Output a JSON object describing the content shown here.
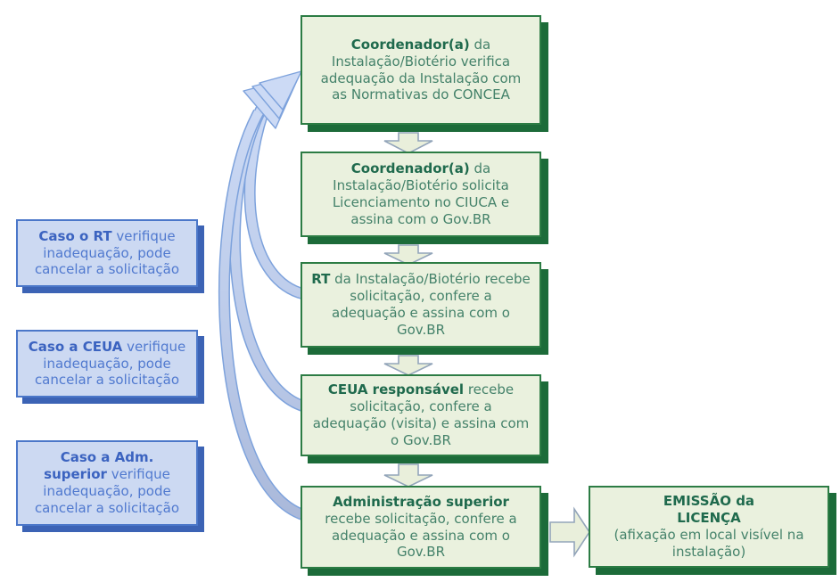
{
  "flow": {
    "steps": [
      {
        "lead": "Coordenador(a)",
        "rest": " da Instalação/Biotério verifica adequação da Instalação com as Normativas do CONCEA"
      },
      {
        "lead": "Coordenador(a)",
        "rest": " da Instalação/Biotério solicita Licenciamento no CIUCA e assina com o Gov.BR"
      },
      {
        "lead": "RT",
        "rest": " da Instalação/Biotério recebe solicitação, confere a adequação e assina com o Gov.BR"
      },
      {
        "lead": "CEUA responsável",
        "rest": " recebe solicitação, confere a adequação (visita) e assina com o Gov.BR"
      },
      {
        "lead": "Administração superior",
        "rest": " recebe solicitação, confere a adequação e assina com o Gov.BR"
      }
    ],
    "final": {
      "lead_line1": "EMISSÃO da",
      "lead_line2": "LICENÇA",
      "rest": "(afixação em local visível na instalação)"
    },
    "notes": [
      {
        "lead": "Caso o RT",
        "rest": " verifique inadequação, pode cancelar a solicitação"
      },
      {
        "lead": "Caso a CEUA",
        "rest": " verifique inadequação, pode cancelar a solicitação"
      },
      {
        "lead": "Caso a Adm. superior",
        "rest": " verifique inadequação, pode cancelar a solicitação"
      }
    ]
  },
  "colors": {
    "green_fill": "#eaf1de",
    "green_border": "#2c7c44",
    "green_shadow": "#1c6b39",
    "green_text": "#44826a",
    "green_lead": "#1f6a4d",
    "blue_fill": "#ccd9f2",
    "blue_border": "#4b77c9",
    "blue_shadow": "#3c63b5",
    "blue_text": "#5079cf",
    "blue_lead": "#3b63c0",
    "arrow_fill": "#e9efdb",
    "arrow_border": "#93a5ba",
    "ribbon_border": "#7da2dc",
    "ribbon_light": "#ccdaf5",
    "ribbon_mid": "#bac9e8",
    "ribbon_dark": "#a4b3d5"
  }
}
